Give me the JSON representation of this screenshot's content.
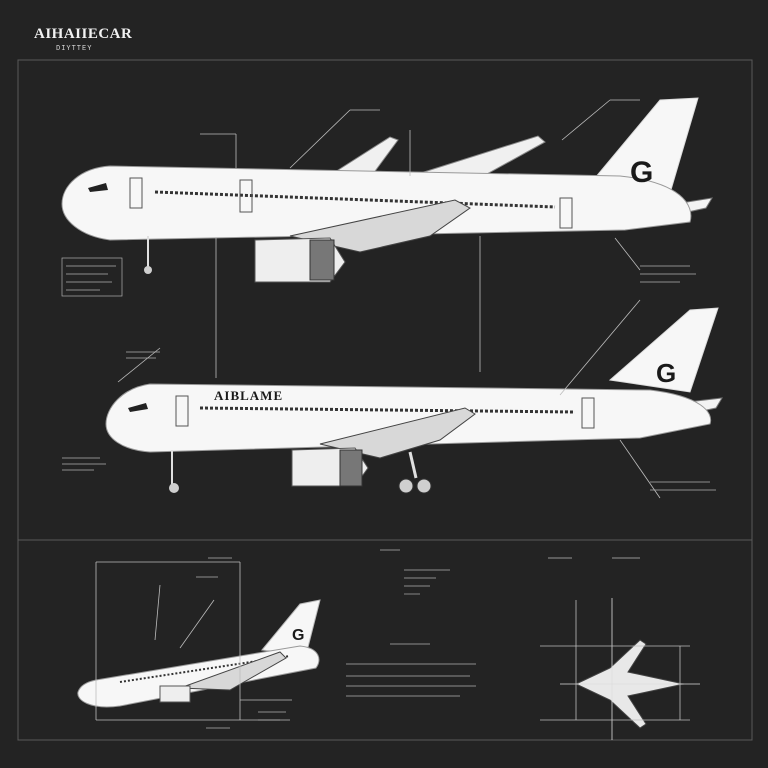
{
  "sheet": {
    "title": "AIHAIIECAR",
    "subtitle": "DIYTTEY",
    "background_color": "#232323",
    "line_color": "#e6e6e6",
    "aircraft_color": "#f7f7f7"
  },
  "views": {
    "top_aircraft": {
      "tail_logo": "G"
    },
    "middle_aircraft": {
      "fuselage_label": "AIBLAME",
      "tail_logo": "G"
    },
    "bottom_aircraft": {
      "tail_logo": "G"
    }
  }
}
